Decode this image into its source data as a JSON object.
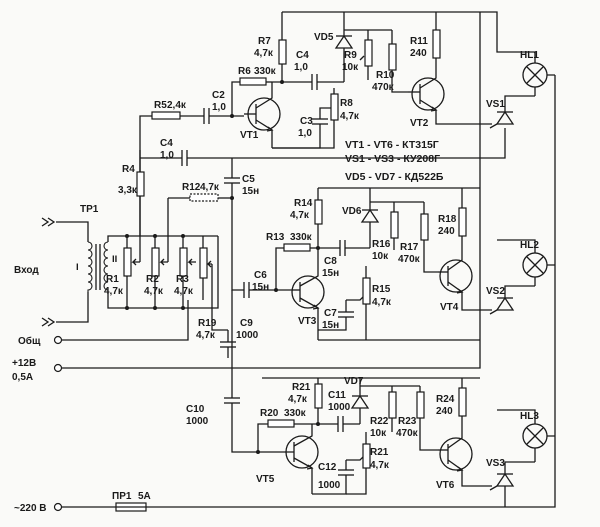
{
  "labels": {
    "input": "Вход",
    "transformer": "ТР1",
    "winding_1": "I",
    "winding_2": "II",
    "common": "Общ",
    "supply_12v": "+12В",
    "supply_12v_current": "0,5А",
    "mains": "~220 В",
    "fuse": "ПР1",
    "fuse_rating": "5А"
  },
  "notes": {
    "transistors": "VT1 - VT6 - КТ315Г",
    "thyristors": "VS1 - VS3 - КУ208Г",
    "diodes": "VD5 - VD7 - КД522Б"
  },
  "components": {
    "r1": {
      "ref": "R1",
      "val": "4,7к"
    },
    "r2": {
      "ref": "R2",
      "val": "4,7к"
    },
    "r3": {
      "ref": "R3",
      "val": "4,7к"
    },
    "r4": {
      "ref": "R4",
      "val": "3,3к"
    },
    "r5": {
      "ref": "R5",
      "val": "2,4к"
    },
    "r6": {
      "ref": "R6",
      "val": "330к"
    },
    "r7": {
      "ref": "R7",
      "val": "4,7к"
    },
    "r8": {
      "ref": "R8",
      "val": "4,7к"
    },
    "r9": {
      "ref": "R9",
      "val": "10к"
    },
    "r10": {
      "ref": "R10",
      "val": "470к"
    },
    "r11": {
      "ref": "R11",
      "val": "240"
    },
    "r12": {
      "ref": "R12",
      "val": "4,7к"
    },
    "r13": {
      "ref": "R13",
      "val": "330к"
    },
    "r14": {
      "ref": "R14",
      "val": "4,7к"
    },
    "r15": {
      "ref": "R15",
      "val": "4,7к"
    },
    "r16": {
      "ref": "R16",
      "val": "10к"
    },
    "r17": {
      "ref": "R17",
      "val": "470к"
    },
    "r18": {
      "ref": "R18",
      "val": "240"
    },
    "r19": {
      "ref": "R19",
      "val": "4,7к"
    },
    "r20": {
      "ref": "R20",
      "val": "330к"
    },
    "r21a": {
      "ref": "R21",
      "val": "4,7к"
    },
    "r21b": {
      "ref": "R21",
      "val": "4,7к"
    },
    "r22": {
      "ref": "R22",
      "val": "10к"
    },
    "r23": {
      "ref": "R23",
      "val": "470к"
    },
    "r24": {
      "ref": "R24",
      "val": "240"
    },
    "c2": {
      "ref": "C2",
      "val": "1,0"
    },
    "c3": {
      "ref": "C3",
      "val": "1,0"
    },
    "c4a": {
      "ref": "C4",
      "val": "1,0"
    },
    "c4b": {
      "ref": "C4",
      "val": "1,0"
    },
    "c5": {
      "ref": "C5",
      "val": "15н"
    },
    "c6": {
      "ref": "C6",
      "val": "15н"
    },
    "c7": {
      "ref": "C7",
      "val": "15н"
    },
    "c8": {
      "ref": "C8",
      "val": "15н"
    },
    "c9": {
      "ref": "C9",
      "val": "1000"
    },
    "c10": {
      "ref": "C10",
      "val": "1000"
    },
    "c11": {
      "ref": "C11",
      "val": "1000"
    },
    "c12": {
      "ref": "C12",
      "val": "1000"
    },
    "vt1": "VT1",
    "vt2": "VT2",
    "vt3": "VT3",
    "vt4": "VT4",
    "vt5": "VT5",
    "vt6": "VT6",
    "vd5": "VD5",
    "vd6": "VD6",
    "vd7": "VD7",
    "vs1": "VS1",
    "vs2": "VS2",
    "vs3": "VS3",
    "hl1": "HL1",
    "hl2": "HL2",
    "hl3": "HL3"
  }
}
